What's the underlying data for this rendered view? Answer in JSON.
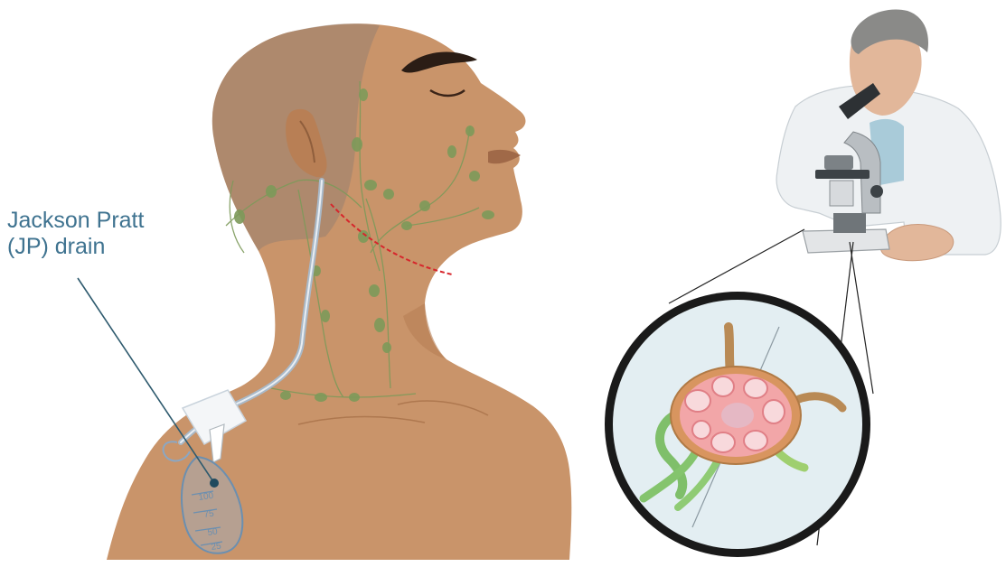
{
  "callout": {
    "line1": "Jackson Pratt",
    "line2": "(JP) drain"
  },
  "drain_scale": [
    "100",
    "75",
    "50",
    "25"
  ],
  "colors": {
    "skin": "#c9946a",
    "skin_shadow": "#b87f55",
    "hair_overlay": "#8d7d70",
    "lymph": "#7d9a5a",
    "incision": "#d6262c",
    "callout_text": "#3f7390",
    "tube": "#a9b9c8",
    "lab_coat": "#eef1f3",
    "lens_bg": "#e3eef2",
    "node_pink": "#f2a6a8"
  },
  "icons": [
    "patient-head-illustration",
    "jp-drain-bulb",
    "scientist-microscope",
    "lymph-node-magnified"
  ]
}
